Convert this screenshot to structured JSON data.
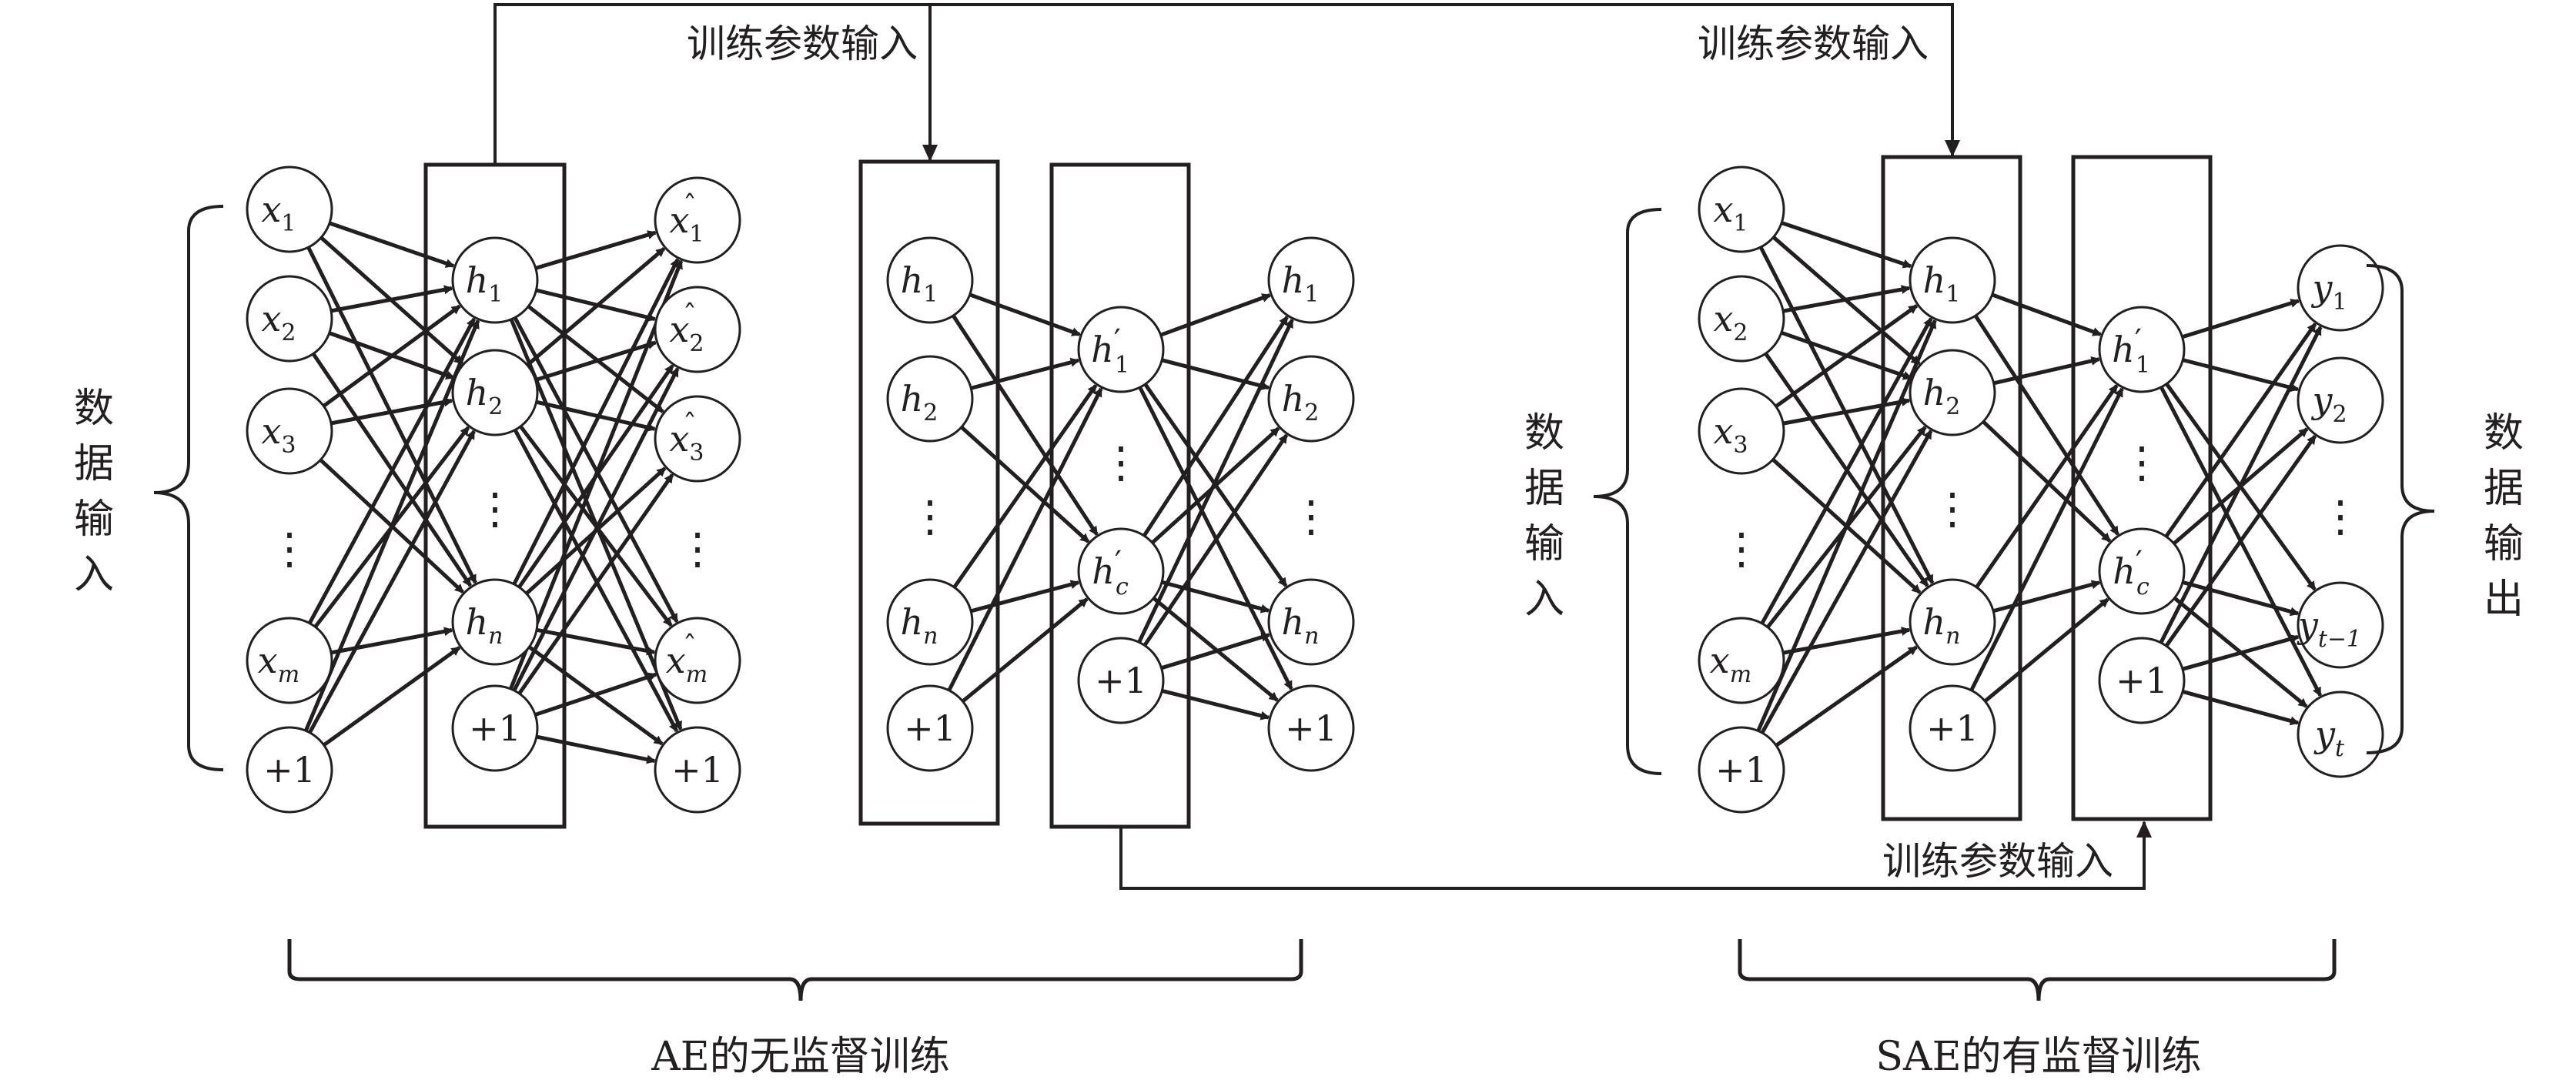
{
  "feed_labels": {
    "feed_top_left": "训练参数输入",
    "feed_top_right": "训练参数输入",
    "feed_bottom": "训练参数输入"
  },
  "side_labels": {
    "left_input": [
      "数",
      "据",
      "输",
      "入"
    ],
    "mid_input": [
      "数",
      "据",
      "输",
      "入"
    ],
    "right_output": [
      "数",
      "据",
      "输",
      "出"
    ]
  },
  "captions": {
    "ae": "AE的无监督训练",
    "sae": "SAE的有监督训练"
  },
  "networks": {
    "ae1": {
      "inputs": [
        "x1",
        "x2",
        "x3",
        "⋮",
        "xm",
        "+1"
      ],
      "hidden": [
        "h1",
        "h2",
        "⋮",
        "hn",
        "+1"
      ],
      "outputs": [
        "x̂1",
        "x̂2",
        "x̂3",
        "⋮",
        "x̂m",
        "+1"
      ]
    },
    "ae2": {
      "inputs": [
        "h1",
        "h2",
        "⋮",
        "hn",
        "+1"
      ],
      "hidden": [
        "h'1",
        "⋮",
        "h'c",
        "+1"
      ],
      "outputs": [
        "h1",
        "h2",
        "⋮",
        "hn",
        "+1"
      ]
    },
    "sae": {
      "inputs": [
        "x1",
        "x2",
        "x3",
        "⋮",
        "xm",
        "+1"
      ],
      "hidden1": [
        "h1",
        "h2",
        "⋮",
        "hn",
        "+1"
      ],
      "hidden2": [
        "h'1",
        "⋮",
        "h'c",
        "+1"
      ],
      "outputs": [
        "y1",
        "y2",
        "⋮",
        "yt−1",
        "yt"
      ]
    }
  },
  "colors": {
    "ink": "#231f20",
    "background": "#ffffff"
  }
}
